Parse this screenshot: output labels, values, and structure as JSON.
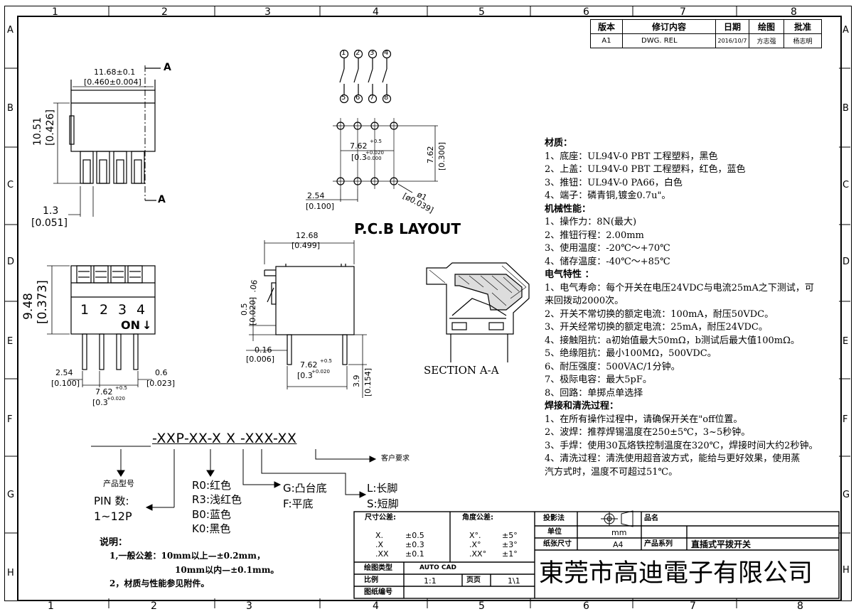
{
  "zones": {
    "cols": [
      "1",
      "2",
      "3",
      "4",
      "5",
      "6",
      "7",
      "8"
    ],
    "rows": [
      "A",
      "B",
      "C",
      "D",
      "E",
      "F",
      "G",
      "H"
    ]
  },
  "revision_table": {
    "headers": [
      "版本",
      "修订内容",
      "日期",
      "绘图",
      "批准"
    ],
    "row": [
      "A1",
      "DWG. REL",
      "2016/10/7",
      "方志强",
      "杨志明"
    ]
  },
  "top_view": {
    "width_dim": "11.68±0.1",
    "width_dim_in": "[0.460±0.004]",
    "section_mark": "A",
    "height_dim": "10.51",
    "height_dim_in": "[0.426]",
    "pin_w_dim": "1.3",
    "pin_w_dim_in": "[0.051]"
  },
  "schematic": {
    "top_pins": [
      "1",
      "2",
      "3",
      "4"
    ],
    "bottom_pins": [
      "5",
      "6",
      "7",
      "8"
    ]
  },
  "pcb": {
    "pitch_dim": "7.62",
    "pitch_tol": "+0.5",
    "pitch_dim_in": "[0.3",
    "pitch_tol_in": "+0.020",
    "pitch_tol_in2": "-0.000",
    "row_dim": "7.62",
    "row_dim_in": "[0.300]",
    "spacing_dim": "2.54",
    "spacing_dim_in": "[0.100]",
    "hole_dim": "ø1",
    "hole_dim_in": "[ø0.039]",
    "title": "P.C.B LAYOUT"
  },
  "front_view": {
    "height_dim": "9.48",
    "height_dim_in": "[0.373]",
    "switch_numbers": [
      "1",
      "2",
      "3",
      "4"
    ],
    "on_label": "ON",
    "arrow": "↓",
    "pitch_dim": "2.54",
    "pitch_dim_in": "[0.100]",
    "pin_dim": "0.6",
    "pin_dim_in": "[0.023]",
    "span_dim": "7.62",
    "span_tol": "+0.5",
    "span_dim_in": "[0.3",
    "span_tol_in": "+0.020"
  },
  "side_view": {
    "width_dim": "12.68",
    "width_dim_in": "[0.499]",
    "angle": ".06",
    "step_dim": "0.5",
    "step_dim_in": "[0.020]",
    "offset_dim": "0.16",
    "offset_dim_in": "[0.006]",
    "span_dim": "7.62",
    "span_tol": "+0.5",
    "span_dim_in": "[0.3",
    "span_tol_in": "+0.020",
    "pin_len_dim": "3.9",
    "pin_len_dim_in": "[0.154]"
  },
  "section": {
    "label": "SECTION  A-A"
  },
  "specs": [
    "材质：",
    "1、底座：UL94V-0 PBT 工程塑料，黑色",
    "2、上盖：UL94V-0 PBT 工程塑料，红色，蓝色",
    "3、推钮：UL94V-0 PA66，白色",
    "4、端子：磷青铜,镀金0.7u\"。",
    "机械性能：",
    "1、操作力：8N(最大)",
    "2、推钮行程：2.00mm",
    "3、使用温度：-20℃～+70℃",
    "4、储存温度：-40℃～+85℃",
    "电气特性 ：",
    "1、电气寿命：每个开关在电压24VDC与电流25mA之下测试，可",
    "     来回拨动2000次。",
    "2、开关不常切换的额定电流：100mA，耐压50VDC。",
    "3、开关经常切换的额定电流：25mA，耐压24VDC。",
    "4、接触阻抗：a初始值最大50mΩ，b测试后最大值100mΩ。",
    "5、绝缘阻抗：最小100MΩ，500VDC。",
    "6、耐压强度：500VAC/1分钟。",
    "7、极际电容：最大5pF。",
    "8、回路：单掷点单选择",
    "焊接和清洗过程：",
    "1、在所有操作过程中，请确保开关在\"off位置。",
    "2、波焊：推荐焊锡温度在250±5℃，3~5秒钟。",
    "3、手焊：使用30瓦烙铁控制温度在320℃，焊接时间大约2秒钟。",
    "4、清洗过程：清洗使用超音波方式，能给与更好效果，使用蒸",
    "     汽方式时，温度不可超过51℃。"
  ],
  "part_number": {
    "code": "-XXP-XX-X  X  -XXX-XX",
    "customer_req": "客户要求",
    "product_model": "产品型号",
    "pin_label": "PIN  数:",
    "pin_range": "1~12P",
    "colors": [
      "R0:红色",
      "R3:浅红色",
      "B0:蓝色",
      "K0:黑色"
    ],
    "base": [
      "G:凸台底",
      "F:平底"
    ],
    "legs": [
      "L:长脚",
      "S:短脚"
    ]
  },
  "notes": {
    "title": "说明：",
    "lines": [
      "1,一般公差：10mm以上—±0.2mm，",
      "10mm以内—±0.1mm。",
      "2，材质与性能参见附件。"
    ]
  },
  "title_block": {
    "dim_tol_label": "尺寸公差:",
    "dim_tol": [
      [
        "X.",
        "±0.5"
      ],
      [
        ".X",
        "±0.3"
      ],
      [
        ".XX",
        "±0.1"
      ]
    ],
    "ang_tol_label": "角度公差:",
    "ang_tol": [
      [
        "X°.",
        "±5°"
      ],
      [
        ".X°",
        "±3°"
      ],
      [
        ".XX°",
        "±1°"
      ]
    ],
    "projection_label": "投影法",
    "part_name_label": "品名",
    "unit_label": "单位",
    "unit": "mm",
    "paper_label": "纸张尺寸",
    "paper": "A4",
    "series_label": "产品系列",
    "series": "直插式平拨开关",
    "software_label": "绘图类型",
    "software": "AUTO CAD",
    "scale_label": "比例",
    "scale": "1:1",
    "page_label": "页页",
    "page": "1\\1",
    "drawing_no_label": "图纸编号",
    "company": "東莞市高迪電子有限公司"
  },
  "colors": {
    "ink": "#000000",
    "paper": "#ffffff"
  }
}
